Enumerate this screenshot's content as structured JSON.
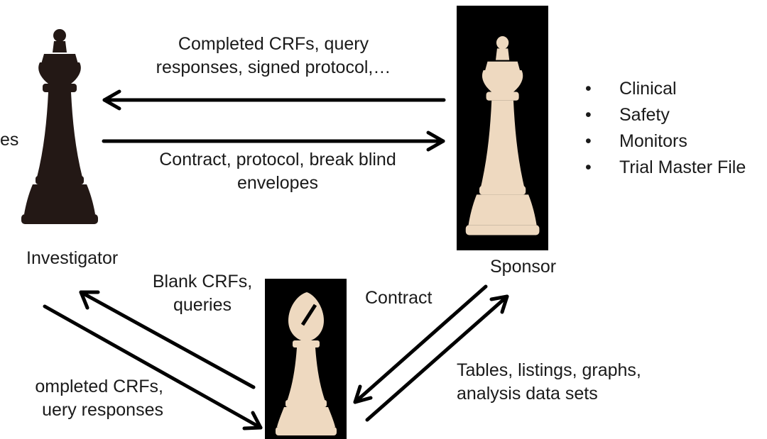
{
  "colors": {
    "arrow": "#000000",
    "dark_piece": "#231815",
    "light_piece": "#eed9c0",
    "panel": "#000000"
  },
  "nodes": {
    "investigator": {
      "label": "Investigator",
      "icon": "black-queen-chess-piece-icon"
    },
    "sponsor": {
      "label": "Sponsor",
      "icon": "light-queen-chess-piece-icon"
    },
    "cro": {
      "label": "",
      "icon": "light-bishop-chess-piece-icon"
    }
  },
  "edges": {
    "sponsor_to_investigator": {
      "lines": [
        "Completed CRFs, query",
        "responses, signed protocol,…"
      ]
    },
    "investigator_to_sponsor": {
      "lines": [
        "Contract, protocol, break blind",
        "envelopes"
      ]
    },
    "cro_to_investigator": {
      "lines": [
        "Blank CRFs,",
        "queries"
      ]
    },
    "investigator_to_cro": {
      "lines": [
        "ompleted CRFs,",
        "uery responses"
      ]
    },
    "sponsor_to_cro": {
      "lines": [
        "Contract"
      ]
    },
    "cro_to_sponsor": {
      "lines": [
        "Tables, listings, graphs,",
        "analysis data sets"
      ]
    }
  },
  "fragments": {
    "left_edge_text": "es"
  },
  "sponsor_roles": [
    "Clinical",
    "Safety",
    "Monitors",
    "Trial Master File"
  ]
}
